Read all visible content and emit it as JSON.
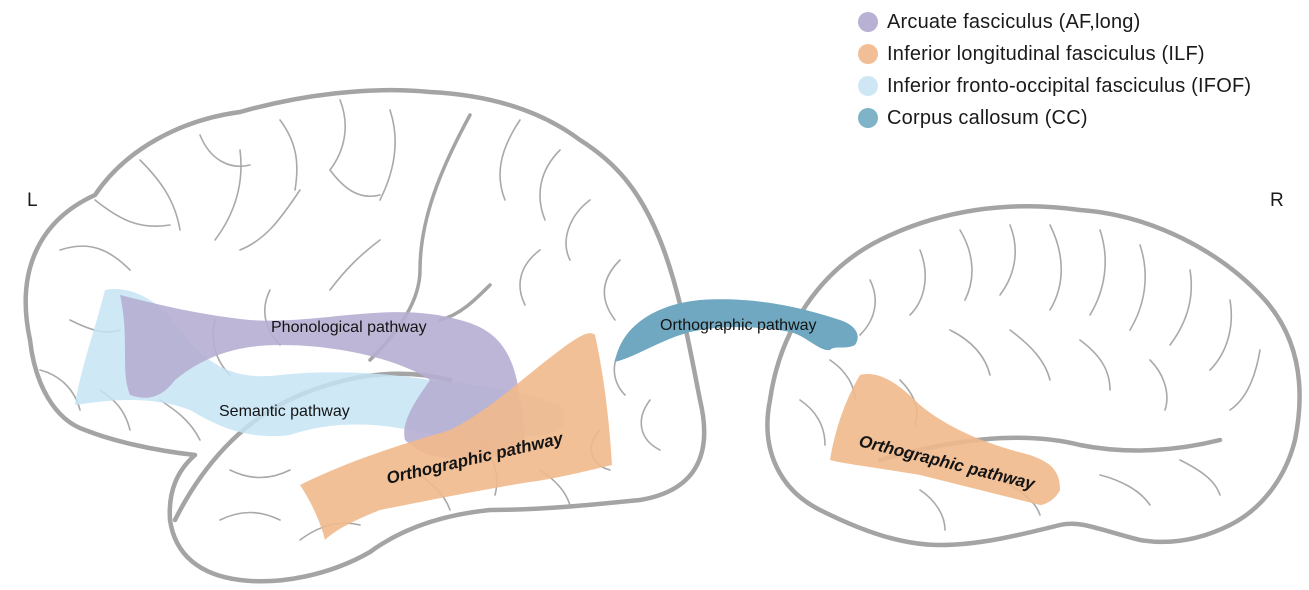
{
  "legend": [
    {
      "label": "Arcuate fasciculus (AF,long)",
      "color": "#b8b1d3"
    },
    {
      "label": "Inferior longitudinal fasciculus (ILF)",
      "color": "#f2be96"
    },
    {
      "label": "Inferior fronto-occipital fasciculus (IFOF)",
      "color": "#cfe7f5"
    },
    {
      "label": "Corpus callosum (CC)",
      "color": "#7fb3c8"
    }
  ],
  "hemispheres": {
    "left": "L",
    "right": "R"
  },
  "pathways": {
    "phonological": "Phonological pathway",
    "semantic": "Semantic pathway",
    "orthographic_left": "Orthographic pathway",
    "orthographic_callosal": "Orthographic pathway",
    "orthographic_right": "Orthographic pathway"
  },
  "colors": {
    "af": "#b6aed2",
    "ilf": "#f1b98c",
    "ifof": "#c6e4f4",
    "cc": "#6fa8c0",
    "outline": "#a4a4a4"
  }
}
